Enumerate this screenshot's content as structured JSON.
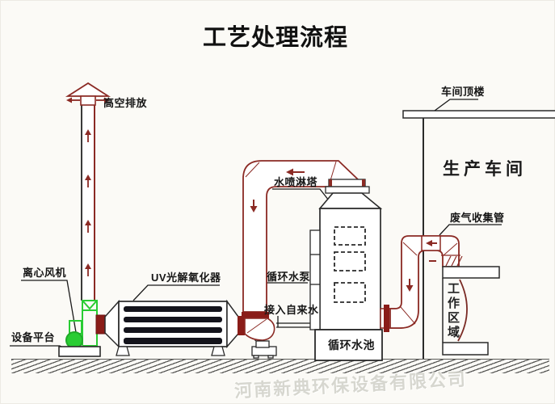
{
  "title": "工艺处理流程",
  "labels": {
    "exhaust": "高空排放",
    "roof": "车间顶楼",
    "workshop": "生产车间",
    "spray_tower": "水喷淋塔",
    "gas_collect": "废气收集管",
    "work_area": "工作区域",
    "fan": "离心风机",
    "uv": "UV光解氧化器",
    "platform": "设备平台",
    "pump": "循环水泵",
    "tap_water": "接入自来水",
    "pool": "循环水池"
  },
  "watermark": "河南新典环保设备有限公司",
  "colors": {
    "background": "#fbfaf6",
    "line_black": "#2a2a2a",
    "pipe_maroon": "#8b2a24",
    "flange_red": "#8a1c18",
    "fan_green": "#29cc33",
    "uv_bar_dark": "#14141c",
    "watermark_gray": "#b0b0a2"
  }
}
